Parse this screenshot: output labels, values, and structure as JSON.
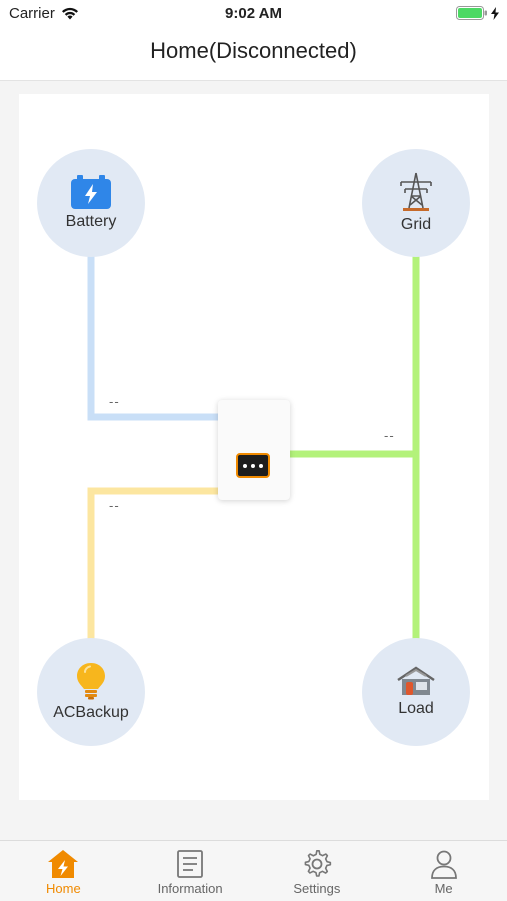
{
  "status_bar": {
    "carrier": "Carrier",
    "time": "9:02 AM"
  },
  "header": {
    "title": "Home(Disconnected)"
  },
  "diagram": {
    "nodes": {
      "battery": {
        "label": "Battery",
        "icon": "battery-icon"
      },
      "grid": {
        "label": "Grid",
        "icon": "power-tower-icon"
      },
      "ac_backup": {
        "label": "ACBackup",
        "icon": "lightbulb-icon"
      },
      "load": {
        "label": "Load",
        "icon": "house-icon"
      }
    },
    "flows": {
      "battery": "--",
      "grid": "--",
      "ac_backup": "--"
    },
    "colors": {
      "battery_line": "#c9dff7",
      "grid_line": "#b3f27a",
      "ac_backup_line": "#fce6a0",
      "node_background": "#e1e9f4",
      "accent": "#f08a00"
    }
  },
  "tab_bar": {
    "tabs": [
      {
        "label": "Home",
        "icon": "home-bolt-icon",
        "active": true
      },
      {
        "label": "Information",
        "icon": "document-icon",
        "active": false
      },
      {
        "label": "Settings",
        "icon": "gear-icon",
        "active": false
      },
      {
        "label": "Me",
        "icon": "person-icon",
        "active": false
      }
    ]
  }
}
